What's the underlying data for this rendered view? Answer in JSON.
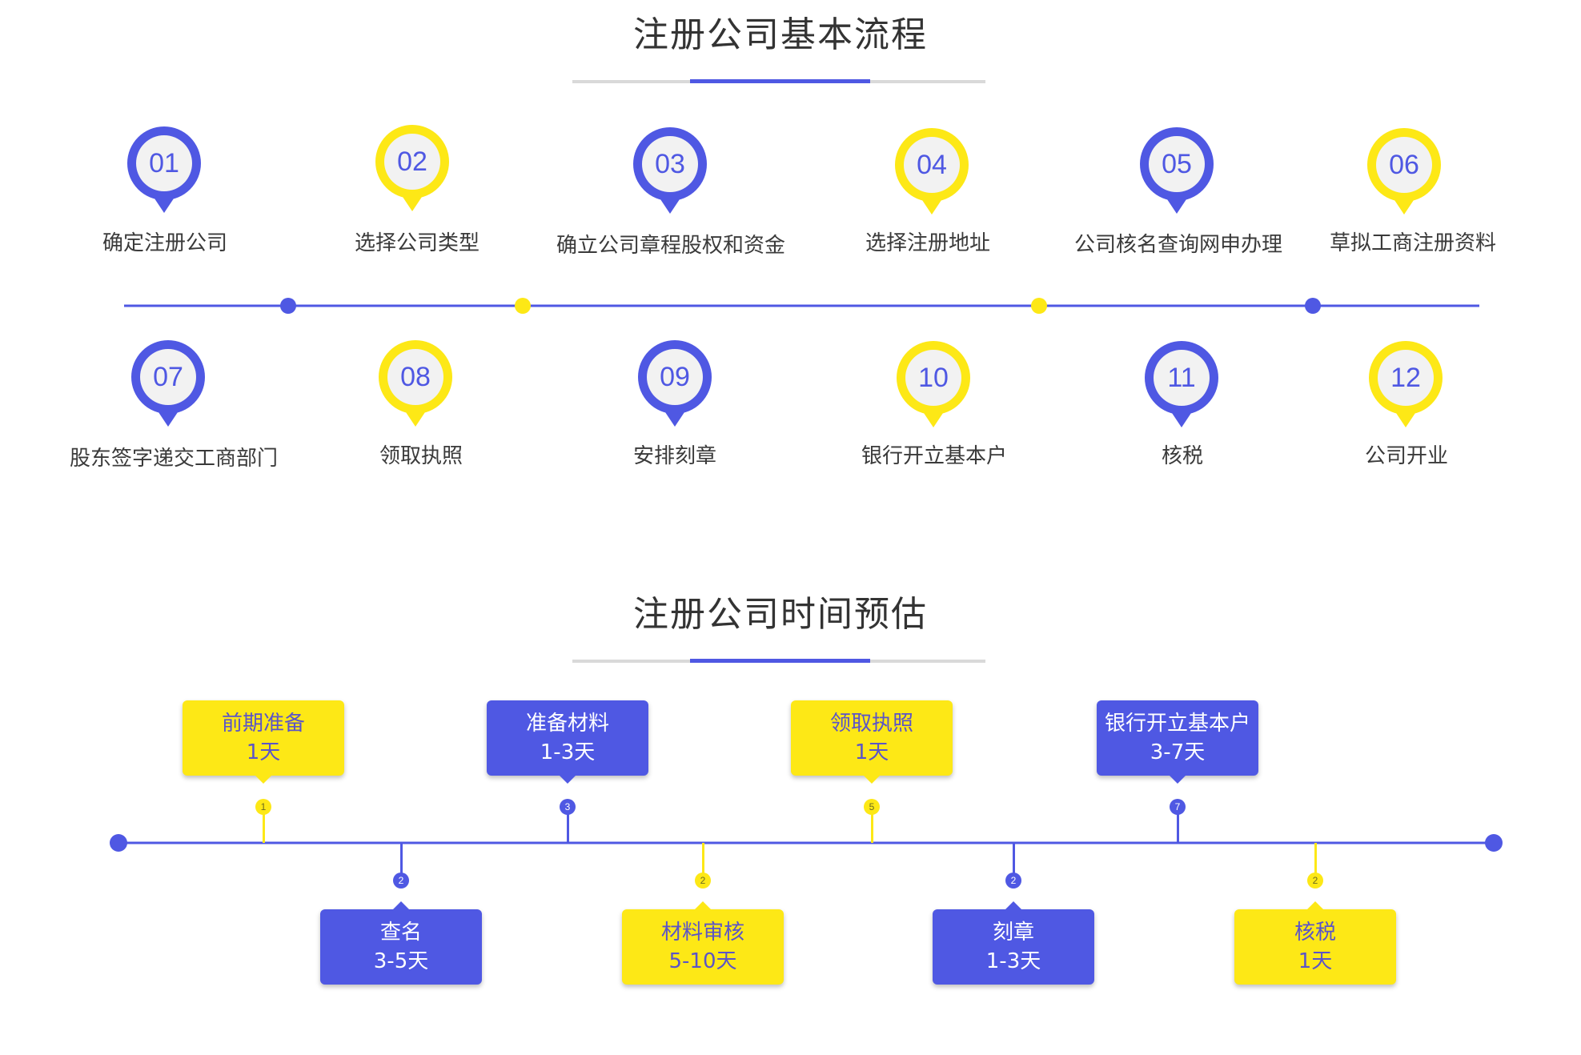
{
  "process": {
    "title": "注册公司基本流程",
    "colors": {
      "blue": "#4f58e3",
      "yellow": "#fde816",
      "pin_inner": "#f2f2f2",
      "line": "#4f58e3"
    },
    "steps": [
      {
        "num": "01",
        "label": "确定注册公司",
        "color": "blue"
      },
      {
        "num": "02",
        "label": "选择公司类型",
        "color": "yellow"
      },
      {
        "num": "03",
        "label": "确立公司章程股权和资金",
        "color": "blue"
      },
      {
        "num": "04",
        "label": "选择注册地址",
        "color": "yellow"
      },
      {
        "num": "05",
        "label": "公司核名查询网申办理",
        "color": "blue"
      },
      {
        "num": "06",
        "label": "草拟工商注册资料",
        "color": "yellow"
      },
      {
        "num": "07",
        "label": "股东签字递交工商部门",
        "color": "blue"
      },
      {
        "num": "08",
        "label": "领取执照",
        "color": "yellow"
      },
      {
        "num": "09",
        "label": "安排刻章",
        "color": "blue"
      },
      {
        "num": "10",
        "label": "银行开立基本户",
        "color": "yellow"
      },
      {
        "num": "11",
        "label": "核税",
        "color": "blue"
      },
      {
        "num": "12",
        "label": "公司开业",
        "color": "yellow"
      }
    ]
  },
  "timeline": {
    "title": "注册公司时间预估",
    "items": [
      {
        "badge": "1",
        "name": "前期准备",
        "days": "1天",
        "color": "yellow",
        "side": "up"
      },
      {
        "badge": "2",
        "name": "查名",
        "days": "3-5天",
        "color": "blue",
        "side": "down"
      },
      {
        "badge": "3",
        "name": "准备材料",
        "days": "1-3天",
        "color": "blue",
        "side": "up"
      },
      {
        "badge": "2",
        "name": "材料审核",
        "days": "5-10天",
        "color": "yellow",
        "side": "down"
      },
      {
        "badge": "5",
        "name": "领取执照",
        "days": "1天",
        "color": "yellow",
        "side": "up"
      },
      {
        "badge": "2",
        "name": "刻章",
        "days": "1-3天",
        "color": "blue",
        "side": "down"
      },
      {
        "badge": "7",
        "name": "银行开立基本户",
        "days": "3-7天",
        "color": "blue",
        "side": "up"
      },
      {
        "badge": "2",
        "name": "核税",
        "days": "1天",
        "color": "yellow",
        "side": "down"
      }
    ]
  }
}
